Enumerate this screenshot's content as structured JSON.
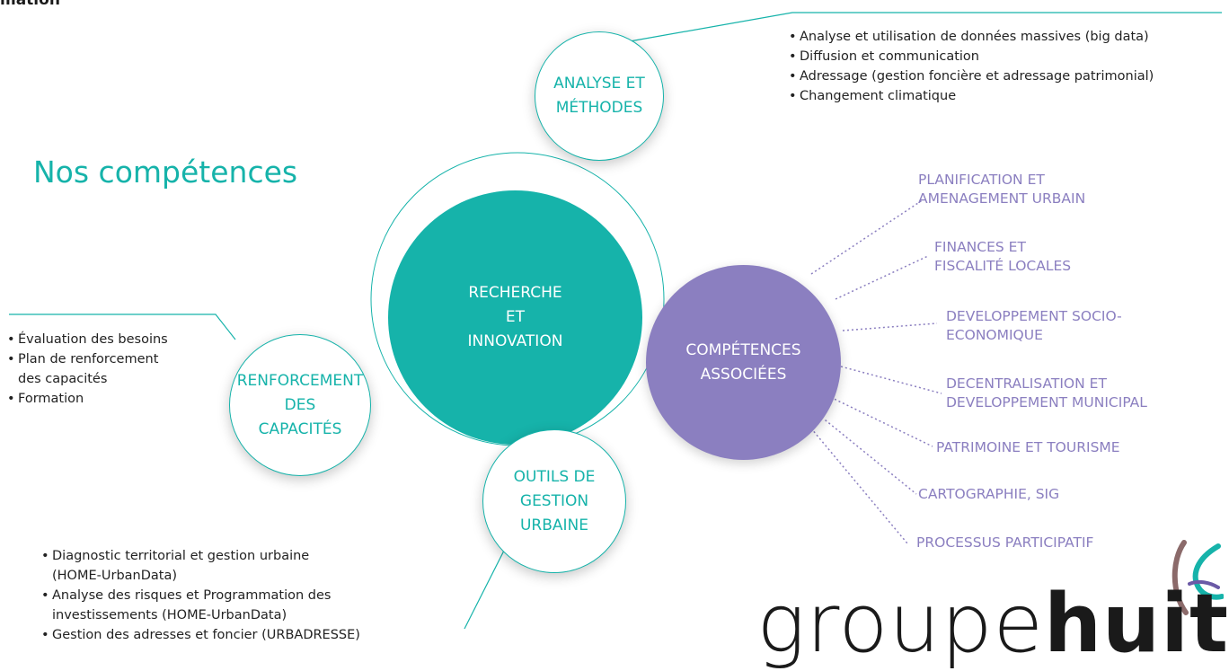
{
  "header": {
    "cut_title": "mation"
  },
  "main_title": "Nos compétences",
  "center": {
    "label_1": "RECHERCHE",
    "label_2": "ET",
    "label_3": "INNOVATION"
  },
  "analyse": {
    "label_1": "ANALYSE ET",
    "label_2": "MÉTHODES"
  },
  "analyse_items": [
    "Analyse et utilisation de données massives (big data)",
    "Diffusion et communication",
    "Adressage (gestion foncière et adressage patrimonial)",
    "Changement climatique"
  ],
  "renforcement": {
    "label_1": "RENFORCEMENT",
    "label_2": "DES",
    "label_3": "CAPACITÉS"
  },
  "renforcement_items": [
    "Évaluation des besoins",
    "Plan de renforcement",
    "des capacités",
    "Formation"
  ],
  "outils": {
    "label_1": "OUTILS DE",
    "label_2": "GESTION",
    "label_3": "URBAINE"
  },
  "outils_items": [
    "Diagnostic territorial et gestion urbaine",
    "(HOME-UrbanData)",
    "Analyse des risques et Programmation des",
    "investissements (HOME-UrbanData)",
    "Gestion des adresses et foncier (URBADRESSE)"
  ],
  "competences": {
    "label_1": "COMPÉTENCES",
    "label_2": "ASSOCIÉES"
  },
  "competences_items": [
    "PLANIFICATION ET\nAMENAGEMENT URBAIN",
    "FINANCES ET\nFISCALITÉ LOCALES",
    "DEVELOPPEMENT SOCIO-\nECONOMIQUE",
    "DECENTRALISATION ET\nDEVELOPPEMENT MUNICIPAL",
    "PATRIMOINE ET TOURISME",
    "CARTOGRAPHIE, SIG",
    "PROCESSUS PARTICIPATIF"
  ],
  "logo": {
    "word_light": "groupe",
    "word_bold": "huit"
  },
  "colors": {
    "teal": "#16b3aa",
    "purple": "#8b7fc0",
    "text": "#222222"
  }
}
